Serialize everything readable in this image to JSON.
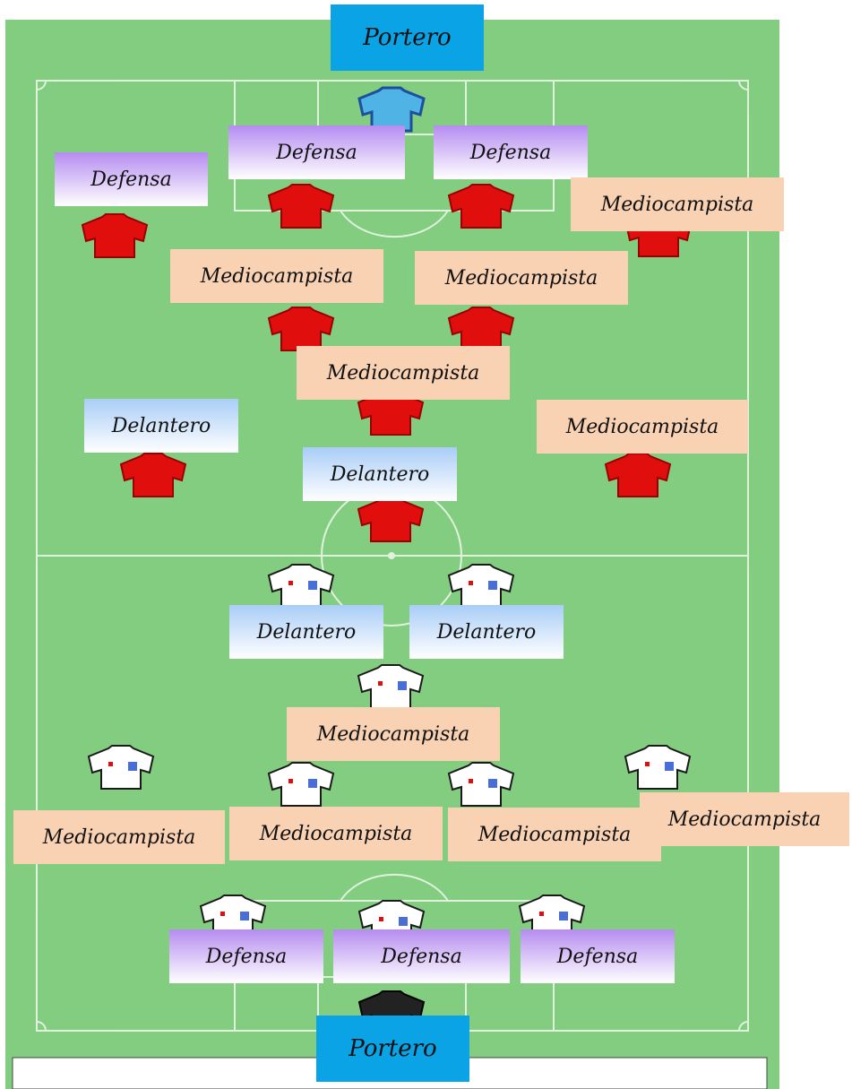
{
  "colors": {
    "grass": "#82cd7f",
    "lines": "#f1f9ef",
    "home_shirt": "#e10e0e",
    "home_keeper": "#4fb3e6",
    "away_shirt": "#ffffff",
    "away_keeper": "#222222",
    "portero_bg": "#0aa3e6",
    "defensa_bg": "#b58cf0",
    "medio_bg": "#f9d2b3",
    "delantero_bg": "#a9cdf7"
  },
  "top_team": {
    "portero": "Portero",
    "defensa": [
      "Defensa",
      "Defensa",
      "Defensa"
    ],
    "mediocampo": [
      "Mediocampista",
      "Mediocampista",
      "Mediocampista",
      "Mediocampista",
      "Mediocampista"
    ],
    "delantero": [
      "Delantero",
      "Delantero"
    ]
  },
  "bottom_team": {
    "delantero": [
      "Delantero",
      "Delantero"
    ],
    "mediocampo": [
      "Mediocampista",
      "Mediocampista",
      "Mediocampista",
      "Mediocampista",
      "Mediocampista"
    ],
    "defensa": [
      "Defensa",
      "Defensa",
      "Defensa"
    ],
    "portero": "Portero"
  }
}
